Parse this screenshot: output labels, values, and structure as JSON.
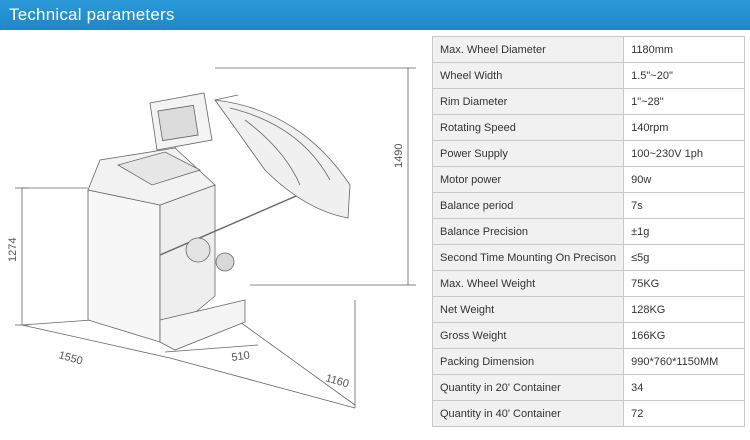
{
  "header": {
    "title": "Technical parameters"
  },
  "drawing": {
    "dimensions": {
      "height_total": "1490",
      "height_body": "1274",
      "width": "1550",
      "depth": "1160",
      "base": "510"
    }
  },
  "specs": [
    {
      "label": "Max. Wheel Diameter",
      "value": "1180mm"
    },
    {
      "label": "Wheel Width",
      "value": "1.5\"~20\""
    },
    {
      "label": "Rim Diameter",
      "value": "1\"~28\""
    },
    {
      "label": "Rotating Speed",
      "value": "140rpm"
    },
    {
      "label": "Power Supply",
      "value": "100~230V 1ph"
    },
    {
      "label": "Motor power",
      "value": "90w"
    },
    {
      "label": "Balance period",
      "value": "7s"
    },
    {
      "label": "Balance Precision",
      "value": "±1g"
    },
    {
      "label": "Second Time Mounting On Precison",
      "value": "≤5g"
    },
    {
      "label": "Max. Wheel Weight",
      "value": "75KG"
    },
    {
      "label": "Net Weight",
      "value": "128KG"
    },
    {
      "label": "Gross Weight",
      "value": "166KG"
    },
    {
      "label": "Packing Dimension",
      "value": "990*760*1150MM"
    },
    {
      "label": "Quantity in 20' Container",
      "value": "34"
    },
    {
      "label": "Quantity in 40' Container",
      "value": "72"
    }
  ]
}
